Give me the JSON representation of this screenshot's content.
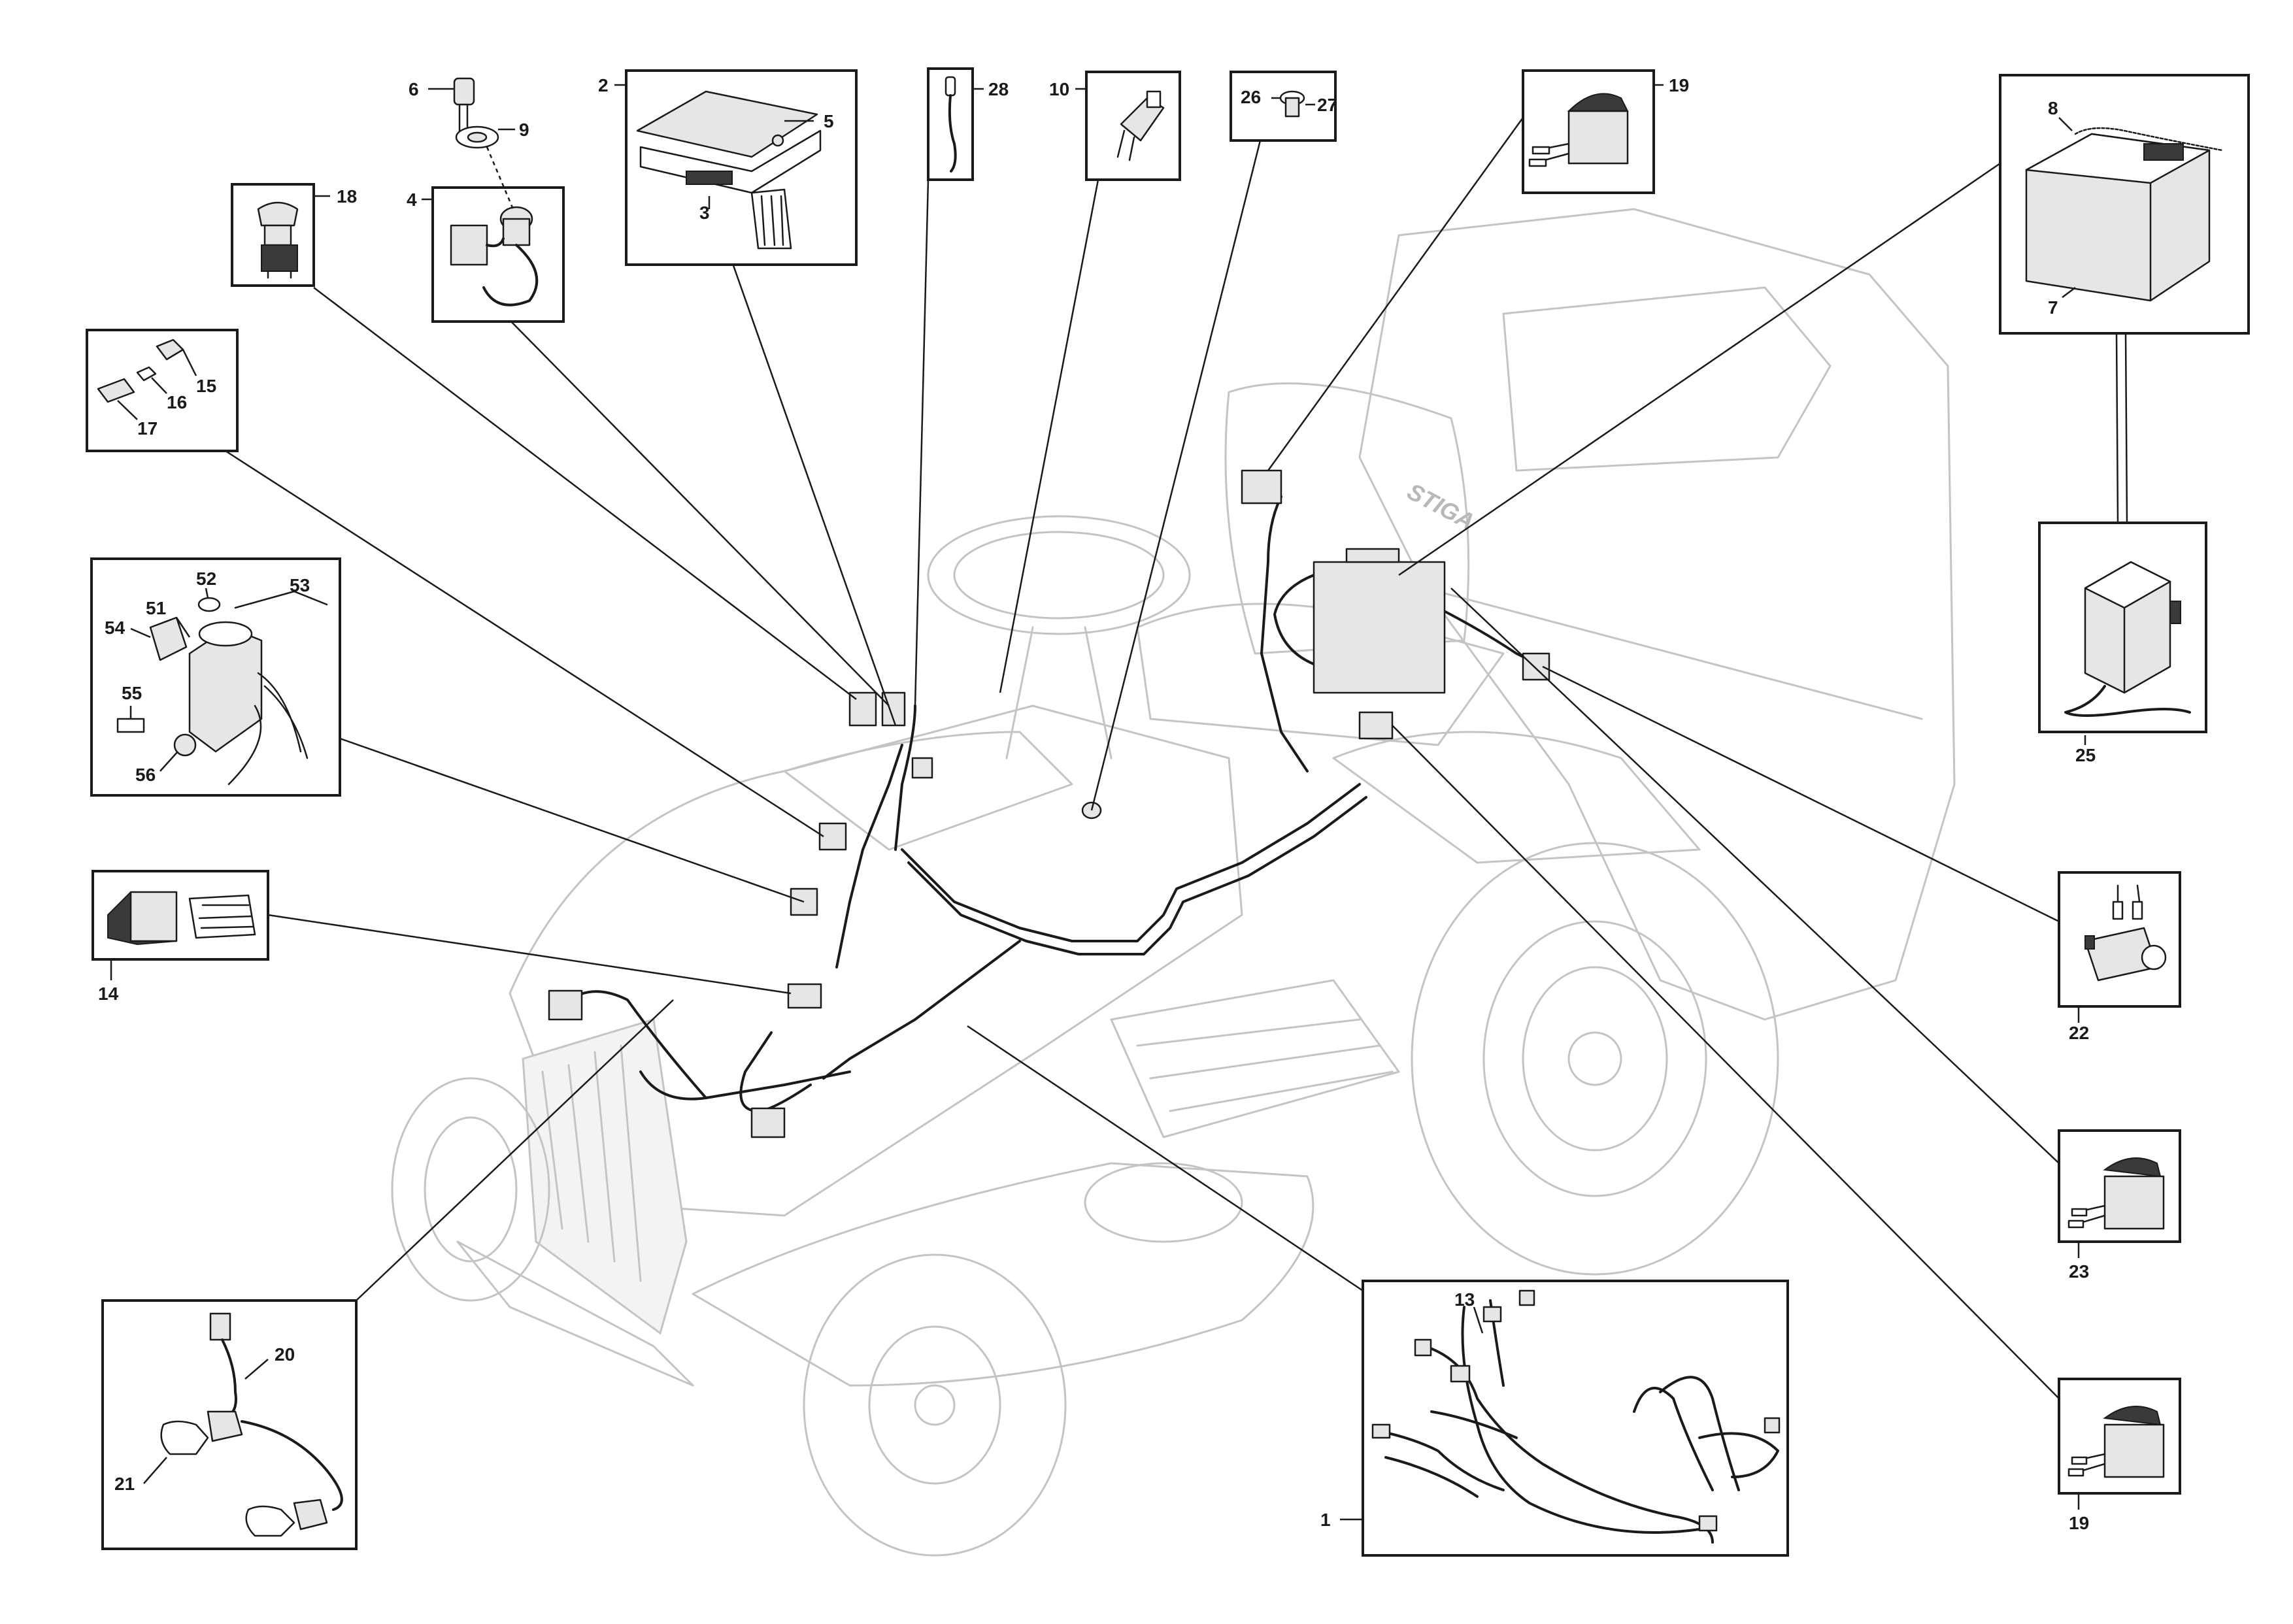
{
  "callouts": [
    {
      "id": "label-1",
      "text": "1"
    },
    {
      "id": "label-2",
      "text": "2"
    },
    {
      "id": "label-3",
      "text": "3"
    },
    {
      "id": "label-4",
      "text": "4"
    },
    {
      "id": "label-5",
      "text": "5"
    },
    {
      "id": "label-6",
      "text": "6"
    },
    {
      "id": "label-7",
      "text": "7"
    },
    {
      "id": "label-8",
      "text": "8"
    },
    {
      "id": "label-9",
      "text": "9"
    },
    {
      "id": "label-10",
      "text": "10"
    },
    {
      "id": "label-13",
      "text": "13"
    },
    {
      "id": "label-14",
      "text": "14"
    },
    {
      "id": "label-15",
      "text": "15"
    },
    {
      "id": "label-16",
      "text": "16"
    },
    {
      "id": "label-17",
      "text": "17"
    },
    {
      "id": "label-18",
      "text": "18"
    },
    {
      "id": "label-19a",
      "text": "19"
    },
    {
      "id": "label-19b",
      "text": "19"
    },
    {
      "id": "label-20",
      "text": "20"
    },
    {
      "id": "label-21",
      "text": "21"
    },
    {
      "id": "label-22",
      "text": "22"
    },
    {
      "id": "label-23",
      "text": "23"
    },
    {
      "id": "label-25",
      "text": "25"
    },
    {
      "id": "label-26",
      "text": "26"
    },
    {
      "id": "label-27",
      "text": "27"
    },
    {
      "id": "label-28",
      "text": "28"
    },
    {
      "id": "label-51",
      "text": "51"
    },
    {
      "id": "label-52",
      "text": "52"
    },
    {
      "id": "label-53",
      "text": "53"
    },
    {
      "id": "label-54",
      "text": "54"
    },
    {
      "id": "label-55",
      "text": "55"
    },
    {
      "id": "label-56",
      "text": "56"
    }
  ],
  "brand_logo": "STIGA",
  "colors": {
    "line": "#1a1a1a",
    "ghost_outline": "#c4c4c4",
    "part_fill": "#e6e6e6",
    "background": "#ffffff"
  }
}
